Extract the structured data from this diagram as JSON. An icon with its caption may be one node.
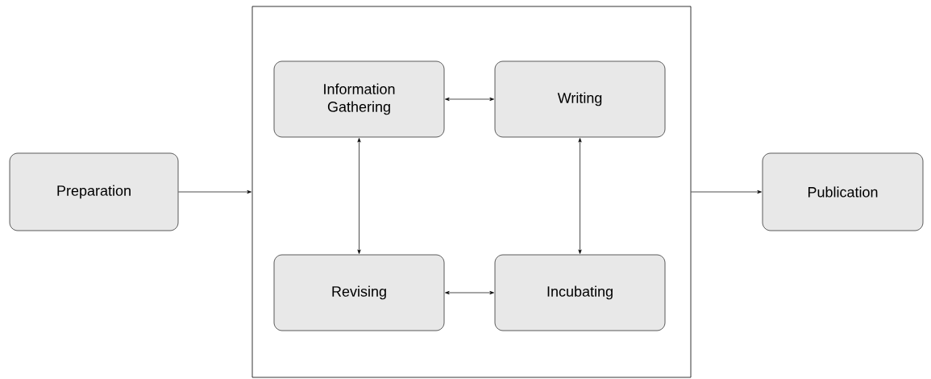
{
  "diagram": {
    "nodes": [
      {
        "text": [
          "Preparation"
        ]
      },
      {
        "text": [],
        "shape": "box"
      },
      {
        "text": [
          "Information Gathering"
        ],
        "in": 1
      },
      {
        "text": [
          "Writing"
        ],
        "in": 1
      },
      {
        "text": [
          "Revising"
        ],
        "in": 1
      },
      {
        "text": [
          "Incubating"
        ],
        "in": 1
      },
      {
        "text": [
          "Publication"
        ]
      }
    ],
    "edges": [
      {
        "from": 0,
        "to": 1,
        "arrow": "to"
      },
      {
        "from": 1,
        "to": 6,
        "arrow": "to"
      },
      {
        "from": 2,
        "to": 3,
        "arrow": "both"
      },
      {
        "from": 2,
        "to": 4,
        "arrow": "both"
      },
      {
        "from": 3,
        "to": 5,
        "arrow": "both"
      },
      {
        "from": 4,
        "to": 5,
        "arrow": "both"
      }
    ]
  }
}
